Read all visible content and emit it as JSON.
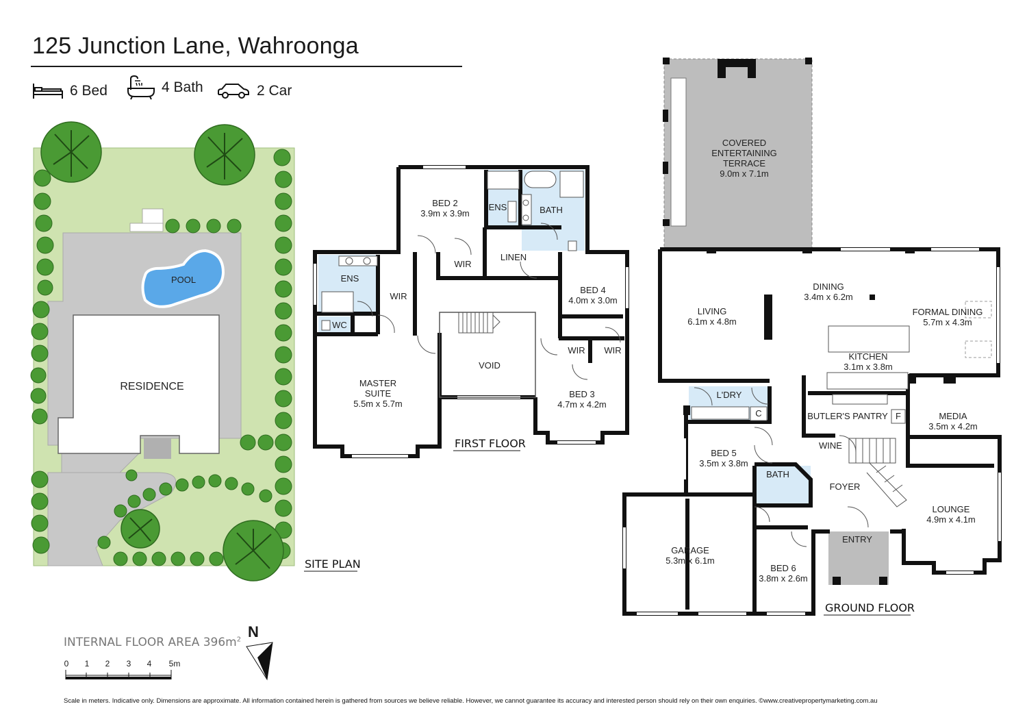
{
  "header": {
    "address": "125 Junction Lane, Wahroonga",
    "stats": [
      {
        "icon": "bed-icon",
        "label": "6 Bed"
      },
      {
        "icon": "bath-icon",
        "label": "4 Bath"
      },
      {
        "icon": "car-icon",
        "label": "2 Car"
      }
    ]
  },
  "site_plan": {
    "section_label": "SITE PLAN",
    "residence_label": "RESIDENCE",
    "pool_label": "POOL"
  },
  "first_floor": {
    "section_label": "FIRST FLOOR",
    "rooms": [
      {
        "id": "bed2",
        "name": "BED 2",
        "size": "3.9m x 3.9m"
      },
      {
        "id": "ens1",
        "name": "ENS"
      },
      {
        "id": "bath1",
        "name": "BATH"
      },
      {
        "id": "linen",
        "name": "LINEN"
      },
      {
        "id": "wir1",
        "name": "WIR"
      },
      {
        "id": "ens2",
        "name": "ENS"
      },
      {
        "id": "wir2",
        "name": "WIR"
      },
      {
        "id": "wc",
        "name": "WC"
      },
      {
        "id": "bed4",
        "name": "BED 4",
        "size": "4.0m x 3.0m"
      },
      {
        "id": "wir3",
        "name": "WIR"
      },
      {
        "id": "wir4",
        "name": "WIR"
      },
      {
        "id": "void",
        "name": "VOID"
      },
      {
        "id": "master",
        "name": "MASTER",
        "name2": "SUITE",
        "size": "5.5m x 5.7m"
      },
      {
        "id": "bed3",
        "name": "BED 3",
        "size": "4.7m x 4.2m"
      }
    ]
  },
  "ground_floor": {
    "section_label": "GROUND FLOOR",
    "rooms": [
      {
        "id": "terrace",
        "name": "COVERED",
        "name2": "ENTERTAINING",
        "name3": "TERRACE",
        "size": "9.0m x 7.1m"
      },
      {
        "id": "living",
        "name": "LIVING",
        "size": "6.1m x 4.8m"
      },
      {
        "id": "dining",
        "name": "DINING",
        "size": "3.4m x 6.2m"
      },
      {
        "id": "formal",
        "name": "FORMAL DINING",
        "size": "5.7m x 4.3m"
      },
      {
        "id": "kitchen",
        "name": "KITCHEN",
        "size": "3.1m x 3.8m"
      },
      {
        "id": "laundry",
        "name": "L'DRY"
      },
      {
        "id": "laundry_c",
        "name": "C"
      },
      {
        "id": "butlers",
        "name": "BUTLER'S PANTRY"
      },
      {
        "id": "butlers_f",
        "name": "F"
      },
      {
        "id": "media",
        "name": "MEDIA",
        "size": "3.5m x 4.2m"
      },
      {
        "id": "wine",
        "name": "WINE"
      },
      {
        "id": "bed5",
        "name": "BED 5",
        "size": "3.5m x 3.8m"
      },
      {
        "id": "bath2",
        "name": "BATH"
      },
      {
        "id": "foyer",
        "name": "FOYER"
      },
      {
        "id": "lounge",
        "name": "LOUNGE",
        "size": "4.9m x 4.1m"
      },
      {
        "id": "entry",
        "name": "ENTRY"
      },
      {
        "id": "garage",
        "name": "GARAGE",
        "size": "5.3m x 6.1m"
      },
      {
        "id": "bed6",
        "name": "BED 6",
        "size": "3.8m x 2.6m"
      }
    ]
  },
  "footer": {
    "floor_area_text": "INTERNAL FLOOR AREA 396m",
    "floor_area_sup": "2",
    "scale_ticks": [
      "0",
      "1",
      "2",
      "3",
      "4",
      "5m"
    ],
    "compass_label": "N",
    "disclaimer": "Scale in meters. Indicative only. Dimensions are approximate. All information contained herein is gathered from sources we believe reliable. However, we cannot guarantee its accuracy and interested person should rely on their own enquiries. ©www.creativepropertymarketing.com.au"
  },
  "colors": {
    "lawn": "#cfe3b0",
    "hedge": "#4a9a34",
    "driveway": "#c8c8c8",
    "pool": "#5aa8e8",
    "wet_area": "#d7eaf7",
    "terrace": "#bdbdbd",
    "wall": "#111111"
  }
}
